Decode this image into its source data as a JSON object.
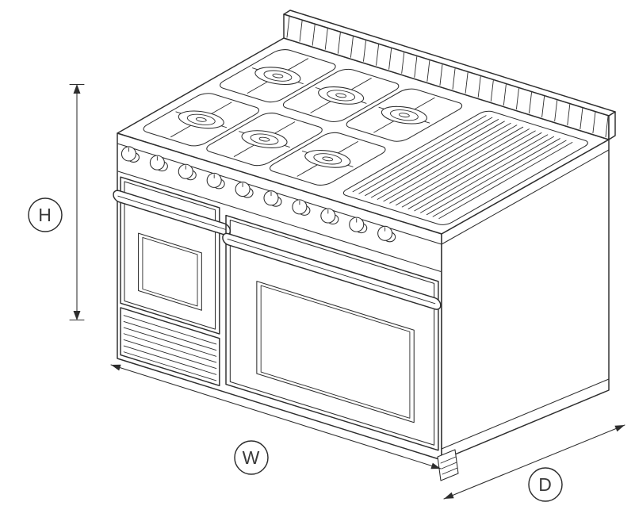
{
  "diagram": {
    "subject": "isometric-line-drawing-of-double-oven-range-with-six-burners-and-grill",
    "dimension_labels": {
      "height": "H",
      "width": "W",
      "depth": "D"
    }
  },
  "colors": {
    "line": "#2d2d2d",
    "background": "#ffffff"
  }
}
